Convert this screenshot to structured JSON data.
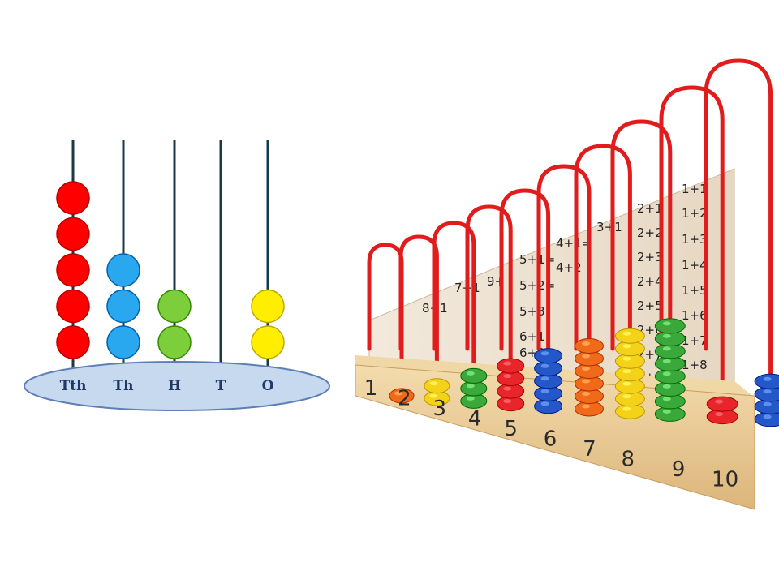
{
  "place_value_abacus": {
    "columns": [
      {
        "label": "Tth",
        "beads": 5,
        "color": "#ff0000"
      },
      {
        "label": "Th",
        "beads": 3,
        "color": "#29a8f0"
      },
      {
        "label": "H",
        "beads": 2,
        "color": "#7ccf3a"
      },
      {
        "label": "T",
        "beads": 0,
        "color": "#cccccc"
      },
      {
        "label": "O",
        "beads": 2,
        "color": "#ffee00"
      }
    ],
    "base_color": "#c6d9ef"
  },
  "counting_abacus": {
    "rods": [
      {
        "label": "1",
        "beads": 1,
        "color": "#f06a1a"
      },
      {
        "label": "2",
        "beads": 2,
        "color": "#f5d21a"
      },
      {
        "label": "3",
        "beads": 3,
        "color": "#3aa83a"
      },
      {
        "label": "4",
        "beads": 4,
        "color": "#e8252a"
      },
      {
        "label": "5",
        "beads": 5,
        "color": "#2458c8"
      },
      {
        "label": "6",
        "beads": 6,
        "color": "#f06a1a"
      },
      {
        "label": "7",
        "beads": 7,
        "color": "#f5d21a"
      },
      {
        "label": "8",
        "beads": 8,
        "color": "#3aa83a"
      },
      {
        "label": "9",
        "beads": 2,
        "color": "#e8252a"
      },
      {
        "label": "10",
        "beads": 4,
        "color": "#2458c8"
      }
    ],
    "rod_color": "#e01c1c",
    "wood_color": "#e8c98f",
    "equations": [
      "5+1=",
      "5+2=",
      "5+3",
      "6+1",
      "6+2",
      "4+1=",
      "4+2",
      "3+1",
      "2+1",
      "2+2",
      "2+3",
      "2+4",
      "2+5",
      "2+6",
      "2+7",
      "2+8",
      "1+1",
      "1+2",
      "1+3",
      "1+4",
      "1+5",
      "1+6",
      "1+7",
      "1+8",
      "8+1",
      "7+1",
      "9+"
    ]
  }
}
